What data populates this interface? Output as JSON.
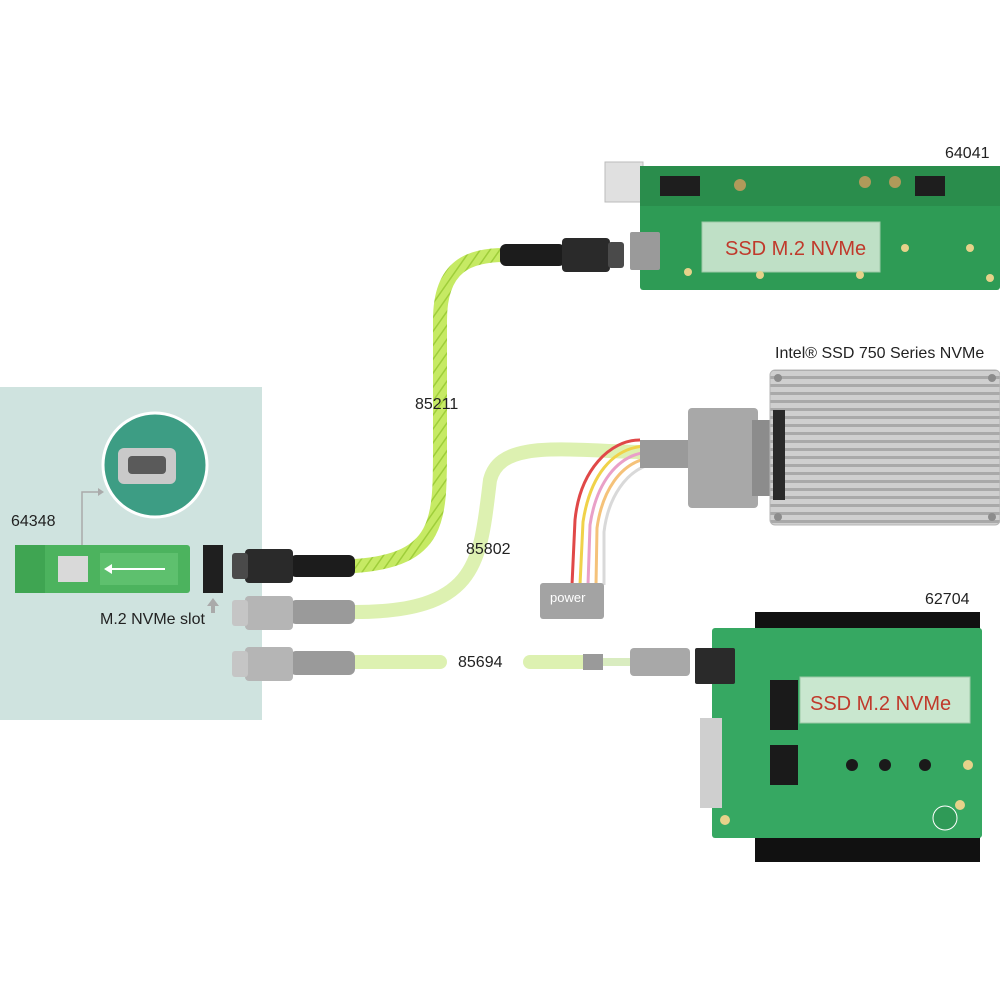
{
  "products": {
    "adapter_left": {
      "code": "64348",
      "slot_label": "M.2 NVMe slot"
    },
    "top_board": {
      "code": "64041",
      "ssd_label": "SSD M.2 NVMe"
    },
    "intel_ssd": {
      "name": "Intel® SSD 750 Series NVMe"
    },
    "bottom_board": {
      "code": "62704",
      "ssd_label": "SSD M.2 NVMe"
    }
  },
  "cables": {
    "cable_top": {
      "code": "85211"
    },
    "cable_middle": {
      "code": "85802",
      "power_label": "power"
    },
    "cable_bottom": {
      "code": "85694"
    }
  },
  "colors": {
    "cable_green": "#c9ec6a",
    "cable_green_faded": "#dff3b8",
    "pcb_green": "#2e9b55",
    "highlight_panel": "#cfe3df",
    "gray_connector": "#9a9a9a",
    "ssd_label_red": "#c0392b"
  }
}
